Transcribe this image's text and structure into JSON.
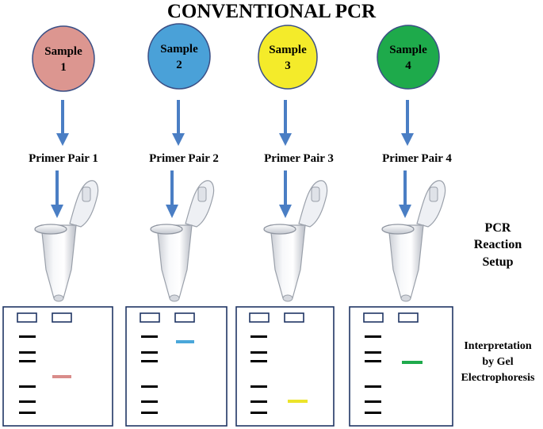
{
  "title": "CONVENTIONAL PCR",
  "colors": {
    "arrow": "#4a7ec4",
    "outline": "#3b4f85",
    "box_outline": "#1f3564",
    "ladder": "#000000"
  },
  "samples": [
    {
      "line1": "Sample",
      "line2": "1",
      "color": "#dc9690",
      "primer": "Primer Pair 1",
      "band_color": "#d98c8a"
    },
    {
      "line1": "Sample",
      "line2": "2",
      "color": "#4aa1d8",
      "primer": "Primer Pair 2",
      "band_color": "#4aa7da"
    },
    {
      "line1": "Sample",
      "line2": "3",
      "color": "#f4eb2a",
      "primer": "Primer Pair 3",
      "band_color": "#ece42a"
    },
    {
      "line1": "Sample",
      "line2": "4",
      "color": "#1eaa4b",
      "primer": "Primer Pair 4",
      "band_color": "#1faa4c"
    }
  ],
  "side_labels": {
    "pcr": [
      "PCR",
      "Reaction",
      "Setup"
    ],
    "gel": [
      "Interpretation",
      "by Gel",
      "Electrophoresis"
    ]
  }
}
